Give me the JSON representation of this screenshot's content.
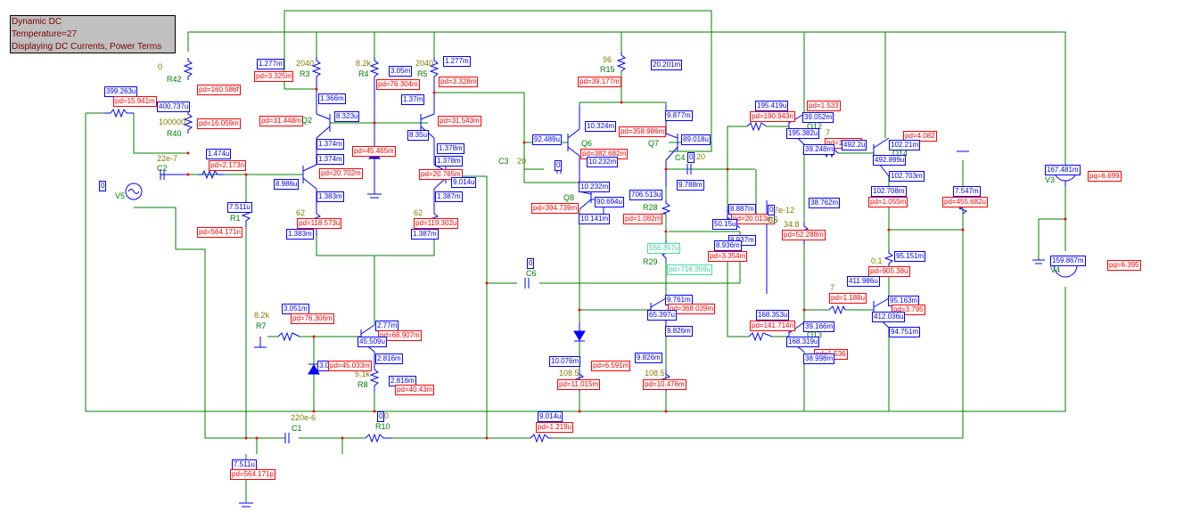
{
  "info_box": {
    "line1": "Dynamic DC",
    "line2": "Temperature=27",
    "line3": "Displaying DC Currents, Power Terms"
  },
  "colors": {
    "wire": "#008000",
    "component": "#0000ff",
    "current_label": "#0000ff",
    "power_label": "#ff0000",
    "highlight_label": "#40d0a0",
    "node_dot": "#ff0000",
    "info_bg": "#c0c0c0",
    "info_text": "#800000"
  },
  "components": {
    "R42": {
      "name": "R42",
      "value": "0",
      "pd": "pd=160.586f"
    },
    "R40": {
      "name": "R40",
      "value": "100000",
      "pd": "pd=16.059m",
      "current": "400.737u"
    },
    "Rpot1": {
      "current": "399.263u",
      "pd": "pd=15.941m"
    },
    "C2": {
      "name": "C2",
      "value": "22e-7"
    },
    "Rin": {
      "current": "1.474u",
      "pd": "pd=2.173n"
    },
    "V5": {
      "name": "V5",
      "current": "0"
    },
    "R1": {
      "name": "R1",
      "current": "7.511u",
      "pd": "pd=564.171n"
    },
    "R3": {
      "name": "R3",
      "value": "2040",
      "current": "1.277m",
      "pd": "pd=3.325m"
    },
    "R4": {
      "name": "R4",
      "value": "8.2k",
      "current": "3.05m",
      "pd": "pd=76.304m"
    },
    "R5": {
      "name": "R5",
      "value": "2040",
      "current": "1.277m",
      "pd": "pd=3.328m"
    },
    "Q2": {
      "name": "Q2",
      "pd": "pd=31.448m",
      "ic": "1.366m",
      "ib": "8.323u",
      "ie": "1.374m"
    },
    "Q_right": {
      "pd": "pd=31.543m",
      "ic": "1.37m",
      "ib": "8.35u",
      "ie": "1.378m"
    },
    "Zener1": {
      "pd": "pd=45.465m"
    },
    "Q3": {
      "pd": "pd=20.702m",
      "ic": "1.374m",
      "ib": "8.986u",
      "ie": "1.383m"
    },
    "Q4": {
      "pd": "pd=20.765m",
      "ic": "1.378m",
      "ib": "9.014u",
      "ie": "1.387m"
    },
    "R62a": {
      "value": "62",
      "pd": "pd=118.573u",
      "current": "1.383m"
    },
    "R62b": {
      "value": "62",
      "pd": "pd=119.302u",
      "current": "1.387m"
    },
    "R15": {
      "name": "R15",
      "value": "96",
      "pd": "pd=39.177m",
      "current": "20.201m"
    },
    "Q6": {
      "name": "Q6",
      "pd": "pd=382.682m",
      "ic": "10.324m",
      "ib": "92.489u",
      "ie": "10.232m"
    },
    "Q7": {
      "name": "Q7",
      "pd": "pd=358.986m",
      "ic": "9.877m",
      "ib": "89.018u",
      "ie": "9.788m"
    },
    "C3": {
      "name": "C3",
      "value": "20",
      "current": "0"
    },
    "C4": {
      "name": "C4",
      "value": "20",
      "current": "0"
    },
    "Q8": {
      "name": "Q8",
      "pd": "pd=394.739m",
      "ic": "10.232m",
      "ib": "90.694u",
      "ie": "10.141m"
    },
    "R28": {
      "name": "R28",
      "current": "706.513u",
      "pd": "pd=1.082m"
    },
    "R29": {
      "name": "R29",
      "current": "556.357u",
      "pd": "pd=716.359u"
    },
    "C5": {
      "name": "C5",
      "value": "7e-12",
      "current": "0"
    },
    "C6": {
      "name": "C6",
      "current": "0"
    },
    "Q9": {
      "ic": "8.887m",
      "pd": "pd=20.013m",
      "ib": "50.15u",
      "ie": "8.937m"
    },
    "R_q9": {
      "current": "8.936m",
      "pd": "pd=3.354m"
    },
    "R_b12": {
      "current": "195.419u",
      "pd": "pd=190.943n"
    },
    "Q12": {
      "name": "Q12",
      "pd": "pd=1.533",
      "ic": "39.052m",
      "ib": "195.382u",
      "ie": "39.248m"
    },
    "R_7a": {
      "value": "7",
      "pd": "pd=1.701u",
      "current": "492.2u"
    },
    "Q14": {
      "name": "Q14",
      "pd": "pd=4.082",
      "ic": "102.21m",
      "ib": "492.899u",
      "ie": "102.703m"
    },
    "R_out1": {
      "current": "102.708m",
      "pd": "pd=1.055m"
    },
    "R_load": {
      "current": "7.547m",
      "pd": "pd=455.682u"
    },
    "R_34": {
      "value": "34.8",
      "current": "38.762m",
      "pd": "pd=52.288m"
    },
    "R_01": {
      "value": "0.1",
      "current": "95.151m",
      "pd": "pd=905.38u",
      "current2": "411.986u"
    },
    "R_7b": {
      "value": "7",
      "pd": "pd=1.188u"
    },
    "Q15": {
      "pd": "pd=3.795",
      "ic": "95.163m",
      "ib": "412.036u",
      "ie": "94.751m"
    },
    "R_b13": {
      "current": "168.353u",
      "pd": "pd=141.714n"
    },
    "Q13": {
      "name": "Q13",
      "pd": "pd=1.536",
      "ic": "39.166m",
      "ib": "168.319u",
      "ie": "38.998m"
    },
    "V3": {
      "name": "V3",
      "current": "167.481m",
      "pq": "pq=6.699"
    },
    "V4": {
      "name": "V4",
      "current": "159.867m",
      "pq": "pq=6.395"
    },
    "R7": {
      "name": "R7",
      "value": "8.2k",
      "current": "3.051m",
      "pd": "pd=76.306m"
    },
    "Q5": {
      "pd": "pd=68.907m",
      "ic": "2.77m",
      "ib": "45.509u",
      "ie": "2.816m"
    },
    "Zener2": {
      "current": "3.0",
      "pd": "pd=45.033m"
    },
    "R8": {
      "name": "R8",
      "value": "5.1k",
      "current": "2.816m",
      "pd": "pd=40.43m"
    },
    "Q10": {
      "pd": "pd=368.039m",
      "ic": "9.761m",
      "ib": "65.397u",
      "ie": "9.826m"
    },
    "Diode1": {
      "current": "10.076m",
      "pd": "pd=6.591m"
    },
    "R_108a": {
      "value": "108.5",
      "pd": "pd=11.015m"
    },
    "R_108b": {
      "value": "108.5",
      "current": "9.826m",
      "pd": "pd=10.476m"
    },
    "C1": {
      "name": "C1",
      "value": "220e-6"
    },
    "R10": {
      "name": "R10",
      "value": "0",
      "current": "0"
    },
    "R_fb": {
      "current": "9.014u",
      "pd": "pd=1.219u"
    },
    "R1_bottom": {
      "current": "7.511u",
      "pd": "pd=564.171p"
    }
  }
}
